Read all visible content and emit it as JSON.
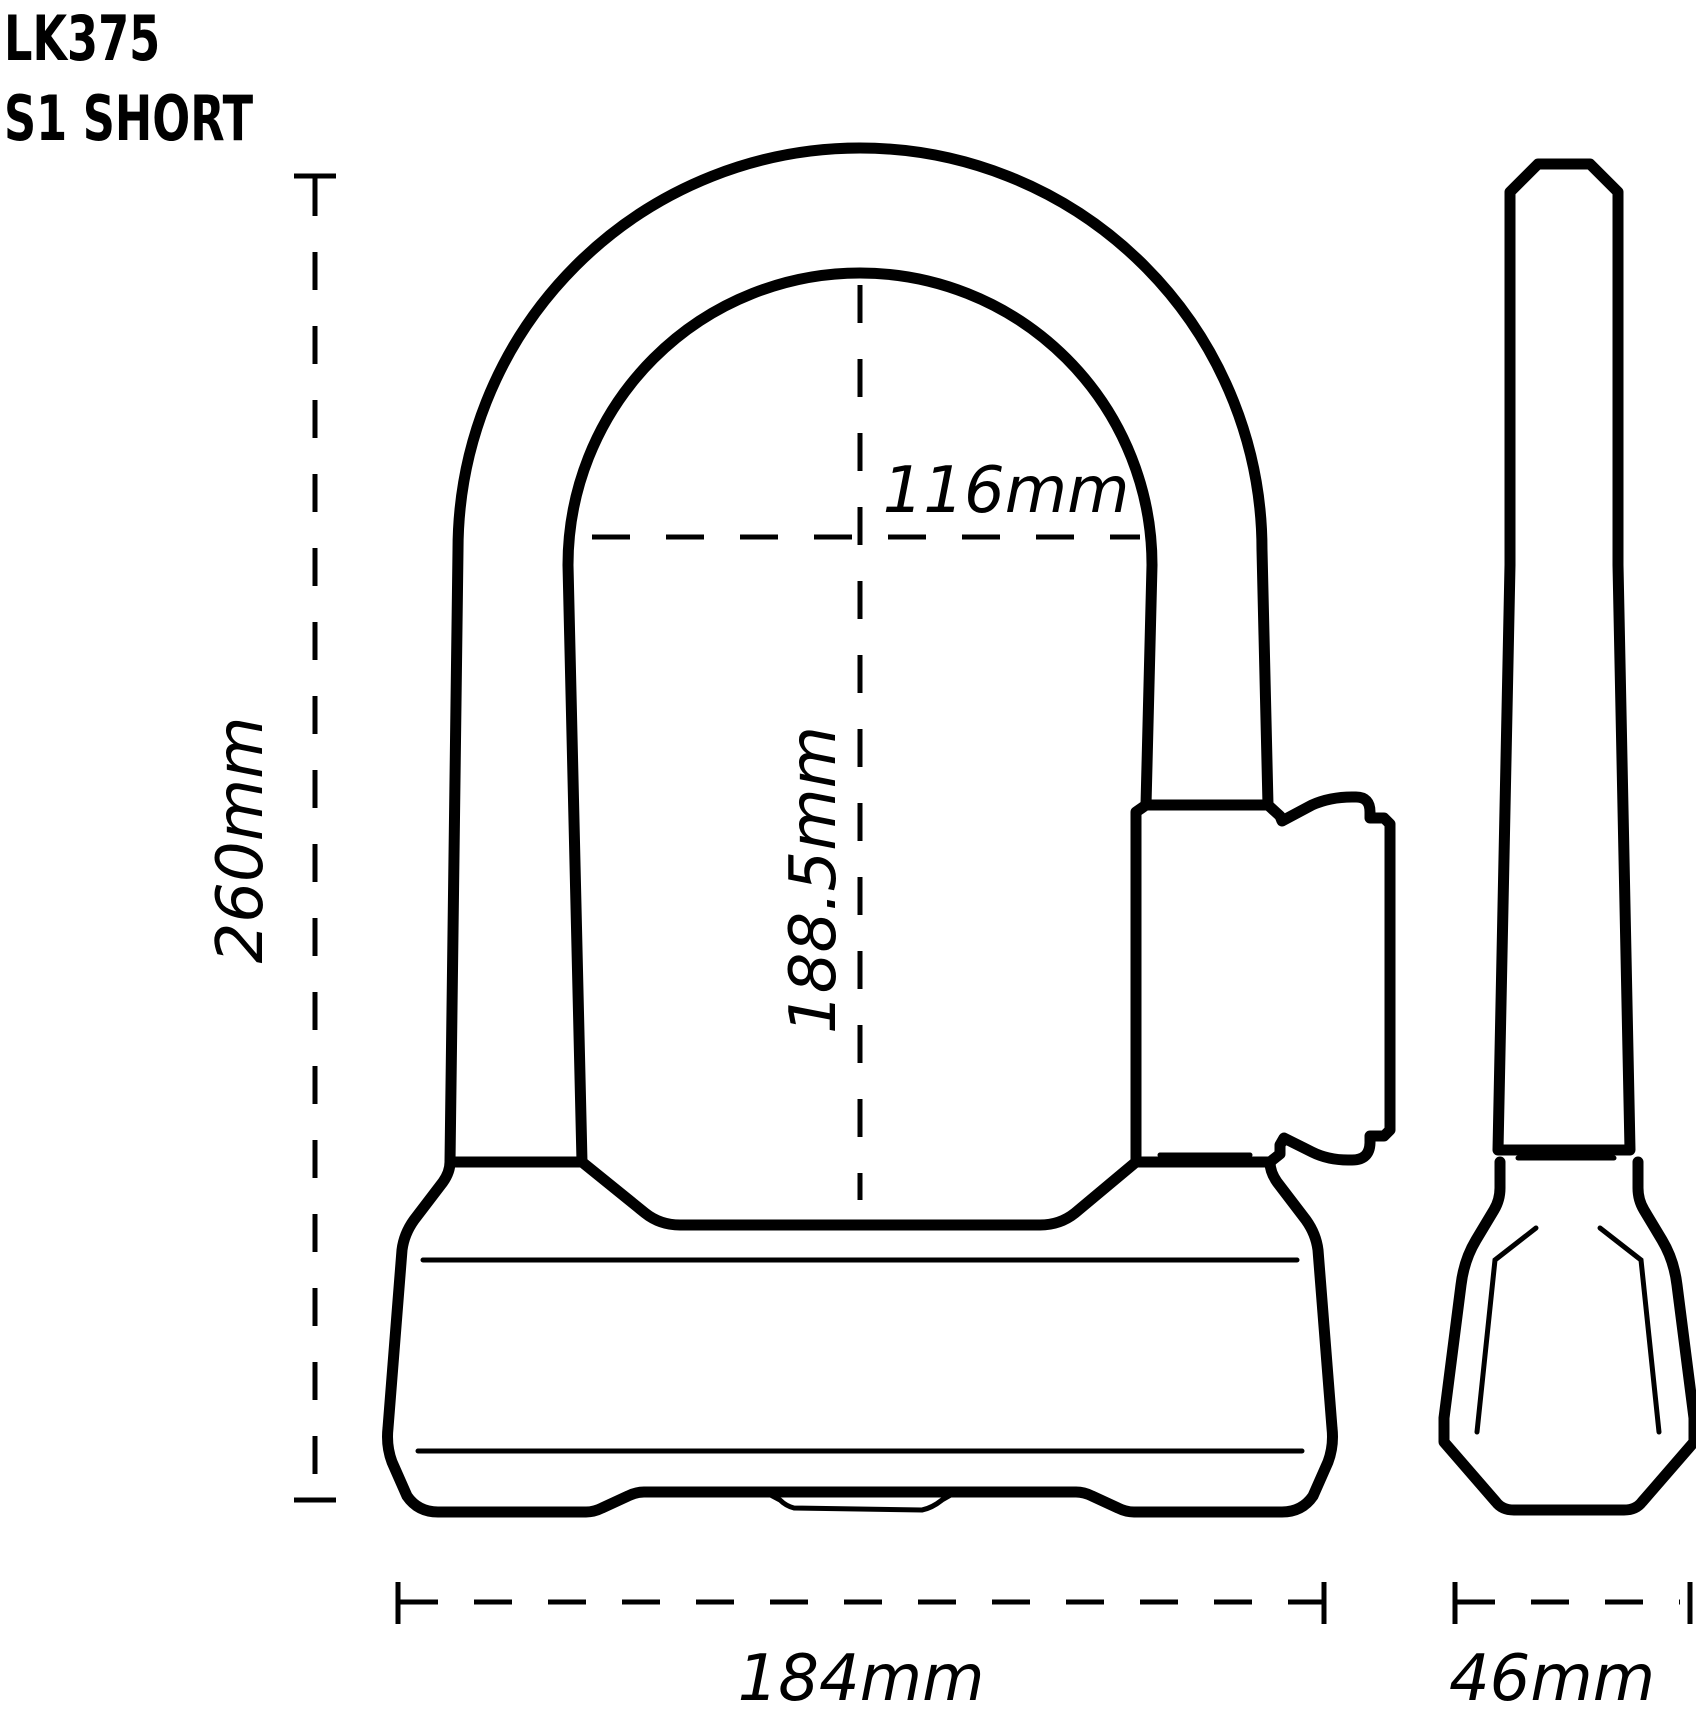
{
  "header": {
    "model": "LK375",
    "variant": "S1 SHORT"
  },
  "dimensions": {
    "overall_height": "260mm",
    "inner_height": "188.5mm",
    "inner_width": "116mm",
    "overall_width": "184mm",
    "depth": "46mm"
  },
  "colors": {
    "line": "#000000",
    "background": "#ffffff"
  }
}
